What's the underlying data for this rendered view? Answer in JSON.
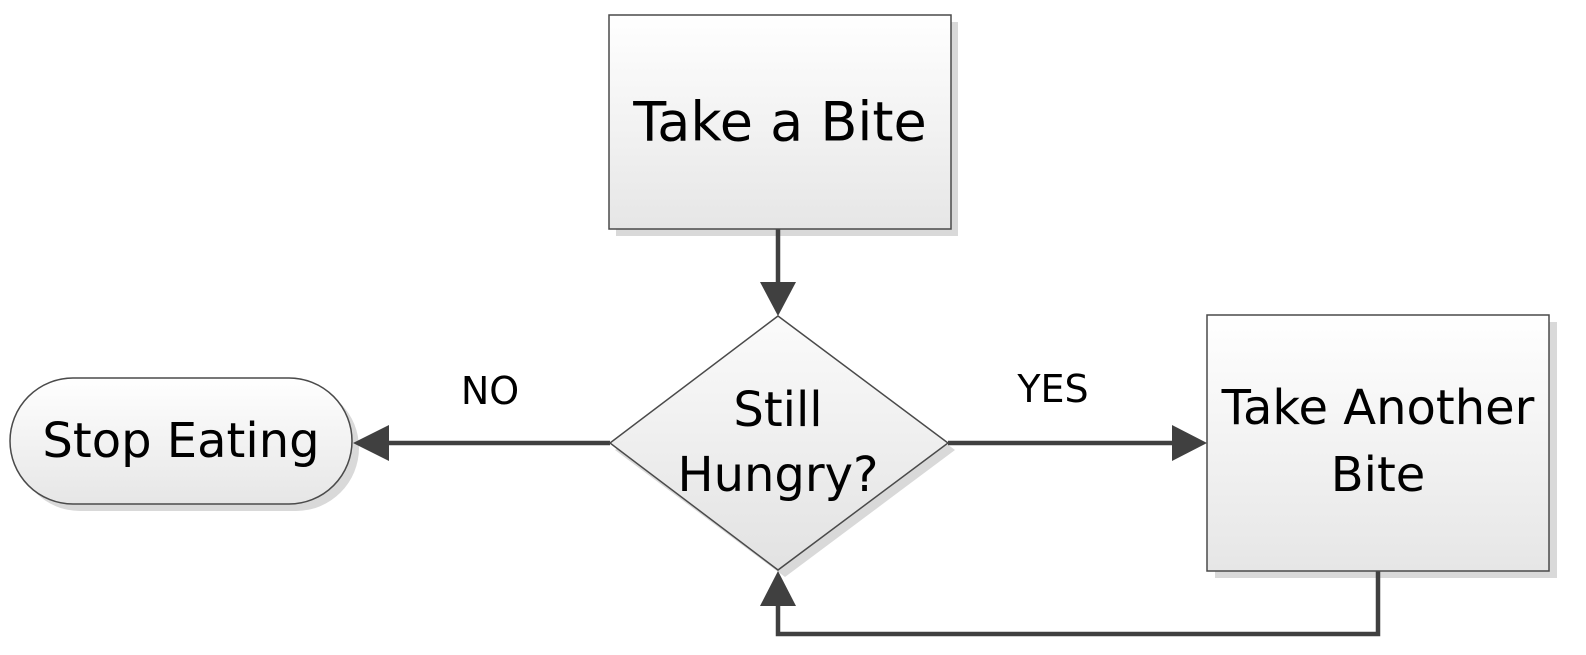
{
  "diagram": {
    "nodes": {
      "take_bite": {
        "lines": [
          "Take a Bite"
        ]
      },
      "still_hungry": {
        "lines": [
          "Still",
          "Hungry?"
        ]
      },
      "take_another": {
        "lines": [
          "Take Another",
          "Bite"
        ]
      },
      "stop_eating": {
        "lines": [
          "Stop Eating"
        ]
      }
    },
    "edges": {
      "no_label": "NO",
      "yes_label": "YES"
    },
    "colors": {
      "shape_fill_top": "#ffffff",
      "shape_fill_bottom": "#e4e4e4",
      "connector": "#404040",
      "shadow": "#d6d6d6"
    }
  }
}
